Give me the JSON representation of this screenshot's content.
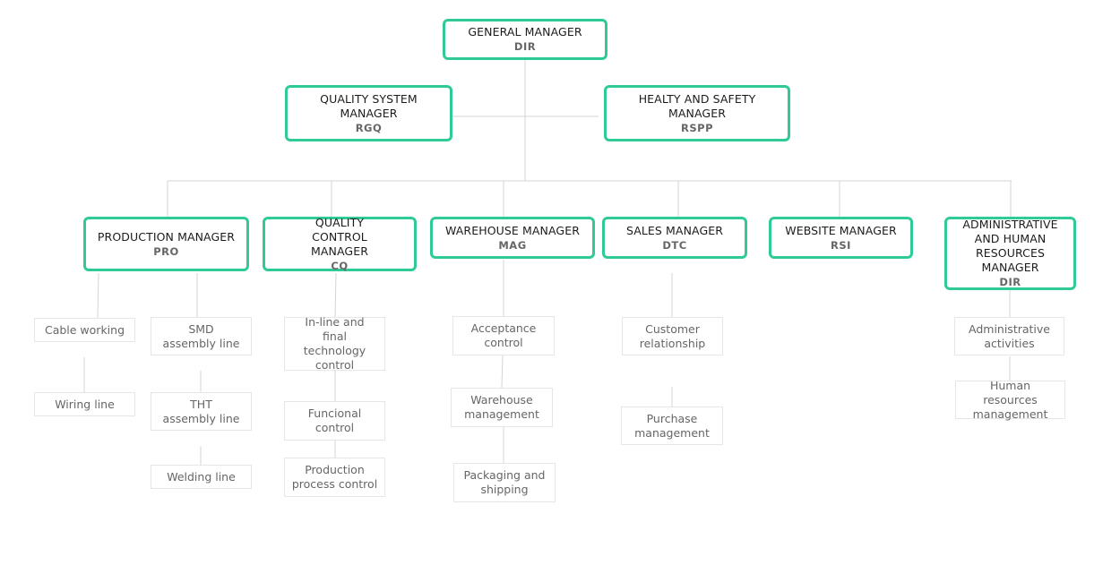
{
  "accent_color": "#2ecc94",
  "managers": {
    "general": {
      "title": "GENERAL MANAGER",
      "code": "DIR"
    },
    "quality_system": {
      "title": "QUALITY SYSTEM MANAGER",
      "code": "RGQ"
    },
    "health_safety": {
      "title": "HEALTY AND SAFETY MANAGER",
      "code": "RSPP"
    },
    "production": {
      "title": "PRODUCTION MANAGER",
      "code": "PRO"
    },
    "quality_control": {
      "title": "QUALITY CONTROL MANAGER",
      "code": "CQ"
    },
    "warehouse": {
      "title": "WAREHOUSE MANAGER",
      "code": "MAG"
    },
    "sales": {
      "title": "SALES MANAGER",
      "code": "DTC"
    },
    "website": {
      "title": "WEBSITE MANAGER",
      "code": "RSI"
    },
    "admin_hr": {
      "title": "ADMINISTRATIVE AND HUMAN RESOURCES MANAGER",
      "code": "DIR"
    }
  },
  "activities": {
    "production": [
      "Cable working",
      "Wiring line",
      "SMD assembly line",
      "THT assembly line",
      "Welding line"
    ],
    "quality_control": [
      "In-line and final technology control",
      "Funcional control",
      "Production process control"
    ],
    "warehouse": [
      "Acceptance control",
      "Warehouse management",
      "Packaging and shipping"
    ],
    "sales": [
      "Customer relationship",
      "Purchase management"
    ],
    "admin_hr": [
      "Administrative activities",
      "Human resources management"
    ]
  }
}
